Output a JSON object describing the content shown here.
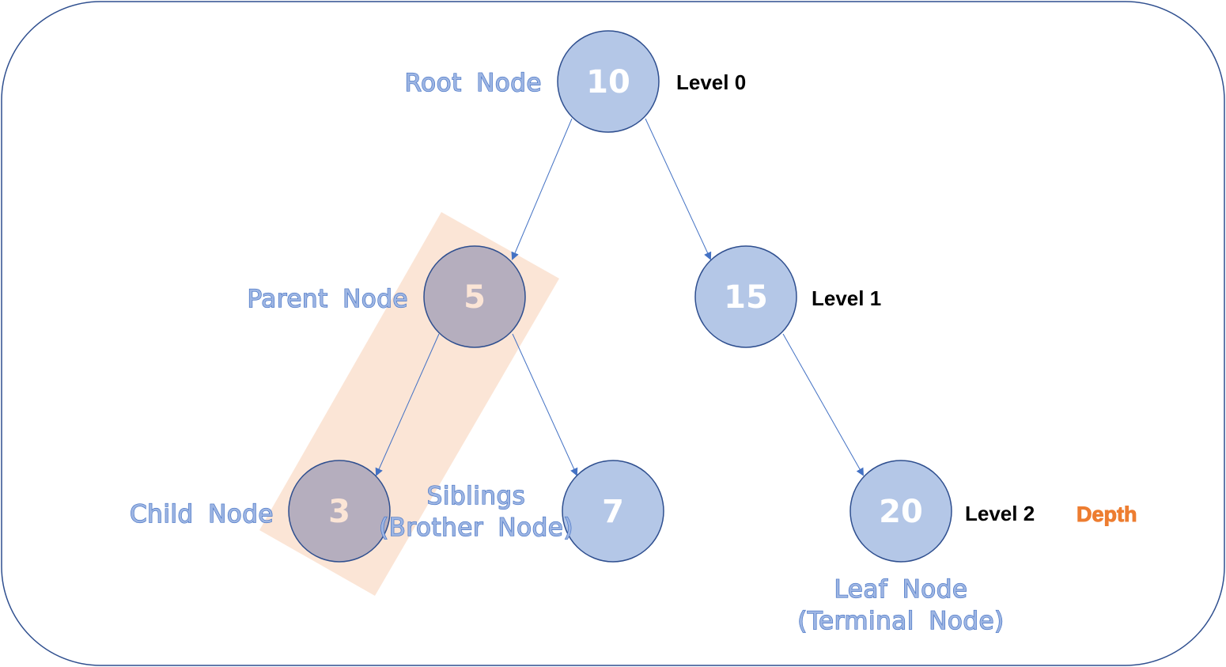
{
  "colors": {
    "border": "#2f4f8f",
    "node_fill": "#b4c7e7",
    "node_stroke": "#2f4f8f",
    "subtree_fill": "#b5aebe",
    "subtree_text": "#fbe5d6",
    "highlight": "#fbe5d6",
    "edge": "#4472c4",
    "term_text": "#4472c4",
    "depth": "#ed7d31"
  },
  "nodes": {
    "n10": "10",
    "n5": "5",
    "n15": "15",
    "n3": "3",
    "n7": "7",
    "n20": "20"
  },
  "labels": {
    "root": "Root Node",
    "parent": "Parent Node",
    "child": "Child Node",
    "siblings_line1": "Siblings",
    "siblings_line2": "(Brother Node)",
    "leaf_line1": "Leaf Node",
    "leaf_line2": "(Terminal Node)"
  },
  "levels": {
    "l0": "Level 0",
    "l1": "Level 1",
    "l2": "Level 2"
  },
  "depth": "Depth"
}
